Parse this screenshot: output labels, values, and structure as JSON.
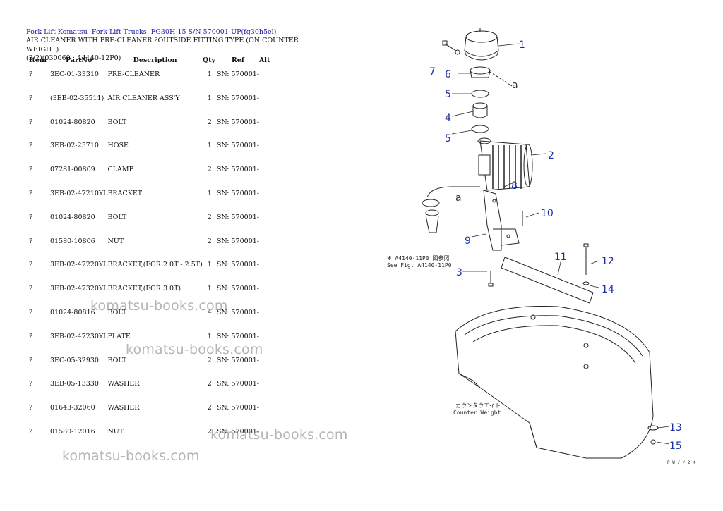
{
  "breadcrumb": {
    "links": [
      "Fork Lift Komatsu",
      "Fork Lift Trucks",
      "FG30H-15 S/N 570001-UP(fg30h5el)"
    ]
  },
  "title": {
    "line1": "AIR CLEANER WITH PRE-CLEANER ?OUTSIDE FITTING TYPE (ON COUNTER WEIGHT)",
    "line2": "(2/2)(030060 : A4140-12P0)"
  },
  "table": {
    "headers": [
      "Item",
      "PartNo",
      "Description",
      "Qty",
      "Ref",
      "Alt"
    ],
    "rows": [
      [
        "?",
        "3EC-01-33310",
        "PRE-CLEANER",
        "1",
        "SN: 570001-",
        ""
      ],
      [
        "?",
        "(3EB-02-35511)",
        "AIR CLEANER ASS'Y",
        "1",
        "SN: 570001-",
        ""
      ],
      [
        "?",
        "01024-80820",
        "BOLT",
        "2",
        "SN: 570001-",
        ""
      ],
      [
        "?",
        "3EB-02-25710",
        "HOSE",
        "1",
        "SN: 570001-",
        ""
      ],
      [
        "?",
        "07281-00809",
        "CLAMP",
        "2",
        "SN: 570001-",
        ""
      ],
      [
        "?",
        "3EB-02-47210YL",
        "BRACKET",
        "1",
        "SN: 570001-",
        ""
      ],
      [
        "?",
        "01024-80820",
        "BOLT",
        "2",
        "SN: 570001-",
        ""
      ],
      [
        "?",
        "01580-10806",
        "NUT",
        "2",
        "SN: 570001-",
        ""
      ],
      [
        "?",
        "3EB-02-47220YL",
        "BRACKET,(FOR 2.0T - 2.5T)",
        "1",
        "SN: 570001-",
        ""
      ],
      [
        "?",
        "3EB-02-47320YL",
        "BRACKET,(FOR 3.0T)",
        "1",
        "SN: 570001-",
        ""
      ],
      [
        "?",
        "01024-80816",
        "BOLT",
        "4",
        "SN: 570001-",
        ""
      ],
      [
        "?",
        "3EB-02-47230YL",
        "PLATE",
        "1",
        "SN: 570001-",
        ""
      ],
      [
        "?",
        "3EC-05-32930",
        "BOLT",
        "2",
        "SN: 570001-",
        ""
      ],
      [
        "?",
        "3EB-05-13330",
        "WASHER",
        "2",
        "SN: 570001-",
        ""
      ],
      [
        "?",
        "01643-32060",
        "WASHER",
        "2",
        "SN: 570001-",
        ""
      ],
      [
        "?",
        "01580-12016",
        "NUT",
        "2",
        "SN: 570001-",
        ""
      ]
    ]
  },
  "watermarks": [
    "komatsu-books.com",
    "komatsu-books.com",
    "komatsu-books.com",
    "komatsu-books.com"
  ],
  "diagram": {
    "callouts": [
      "1",
      "2",
      "3",
      "4",
      "5",
      "5",
      "6",
      "7",
      "8",
      "9",
      "10",
      "11",
      "12",
      "13",
      "14",
      "15"
    ],
    "arrow_label": "a",
    "note_jp": "※ A4140-11P0 図参照",
    "note_en": "See Fig. A4140-11P0",
    "counterweight_jp": "カウンタウエイト",
    "counterweight_en": "Counter Weight",
    "figure_code": "P W / / 2 K",
    "callout_color": "#1b2fa8"
  }
}
